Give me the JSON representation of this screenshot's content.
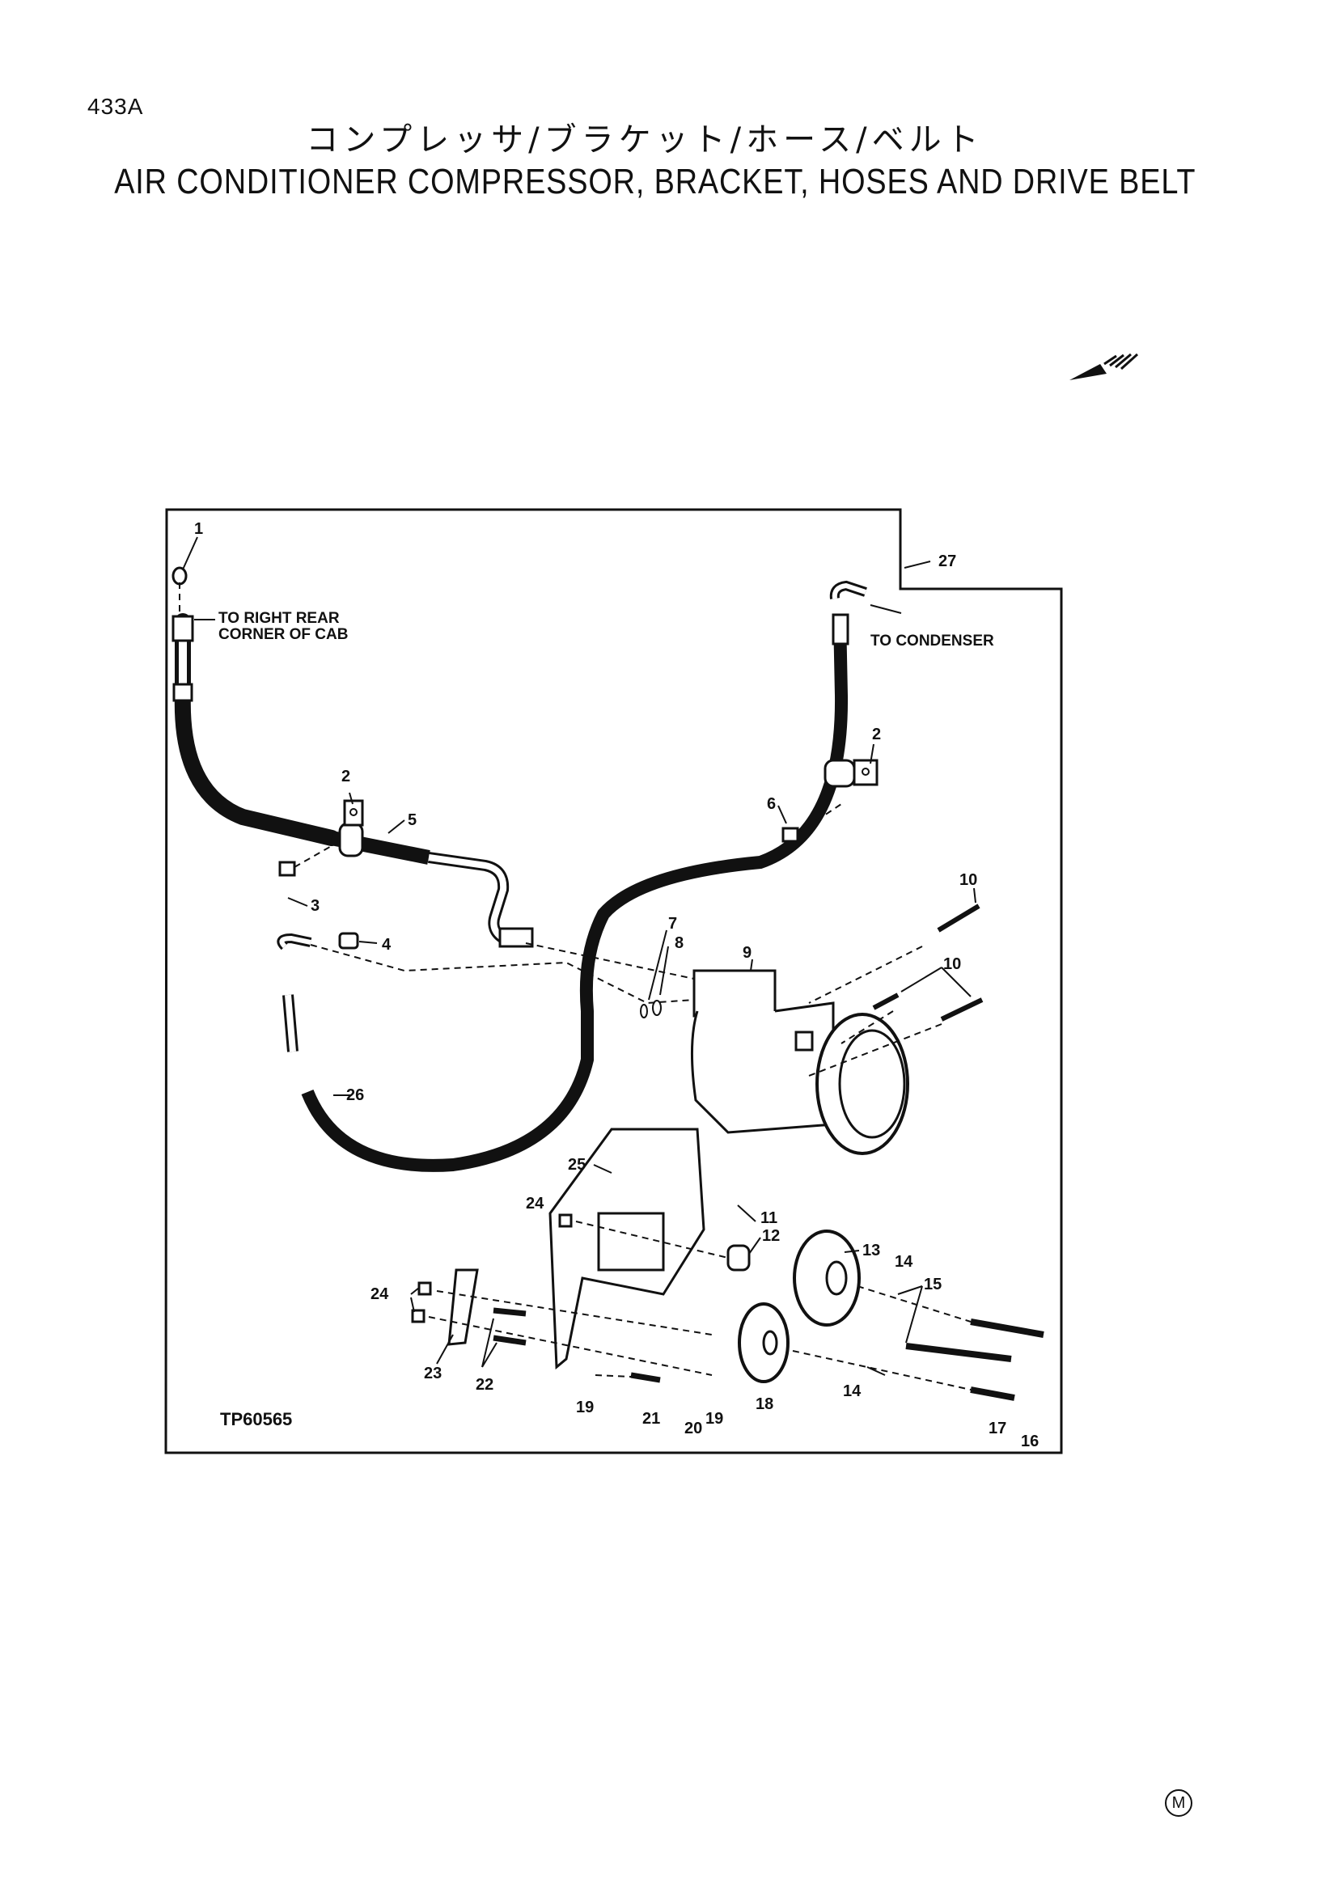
{
  "header": {
    "page_code": "433A",
    "title_jp": "コンプレッサ/ブラケット/ホース/ベルト",
    "title_en": "AIR CONDITIONER COMPRESSOR, BRACKET, HOSES AND DRIVE BELT"
  },
  "diagram": {
    "figure_code": "TP60565",
    "notes": {
      "to_right_rear_1": "TO RIGHT REAR",
      "to_right_rear_2": "CORNER OF CAB",
      "to_condenser": "TO CONDENSER"
    },
    "callouts": [
      "1",
      "2",
      "3",
      "4",
      "5",
      "6",
      "7",
      "8",
      "9",
      "10",
      "11",
      "12",
      "13",
      "14",
      "15",
      "16",
      "17",
      "18",
      "19",
      "20",
      "21",
      "22",
      "23",
      "24",
      "25",
      "26",
      "27"
    ]
  },
  "footer": {
    "mark": "M"
  }
}
